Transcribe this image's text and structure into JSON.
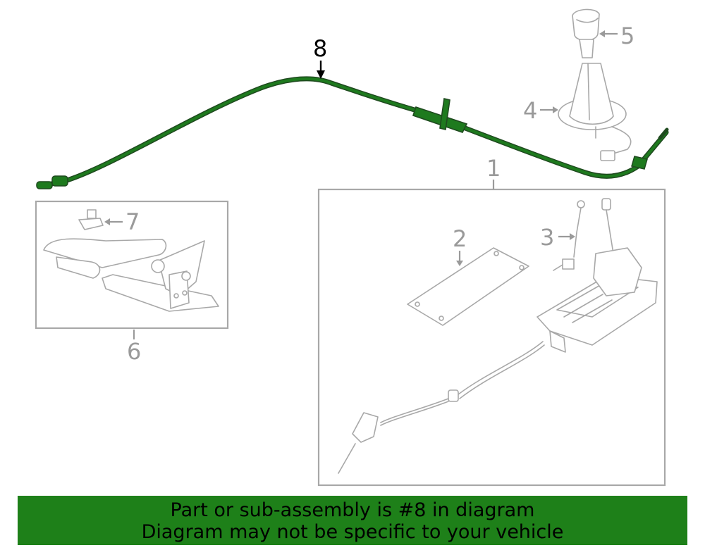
{
  "callouts": {
    "part_1": "1",
    "part_2": "2",
    "part_3": "3",
    "part_4": "4",
    "part_5": "5",
    "part_6": "6",
    "part_7": "7",
    "part_8": "8"
  },
  "highlighted_part": "8",
  "colors": {
    "highlight_fill": "#1e8019",
    "cable_highlight": "#1e7a1e",
    "line_art": "#a8a8a8"
  },
  "banner": {
    "line1": "Part or sub-assembly is #8 in diagram",
    "line2": "Diagram may not be specific to your vehicle"
  }
}
